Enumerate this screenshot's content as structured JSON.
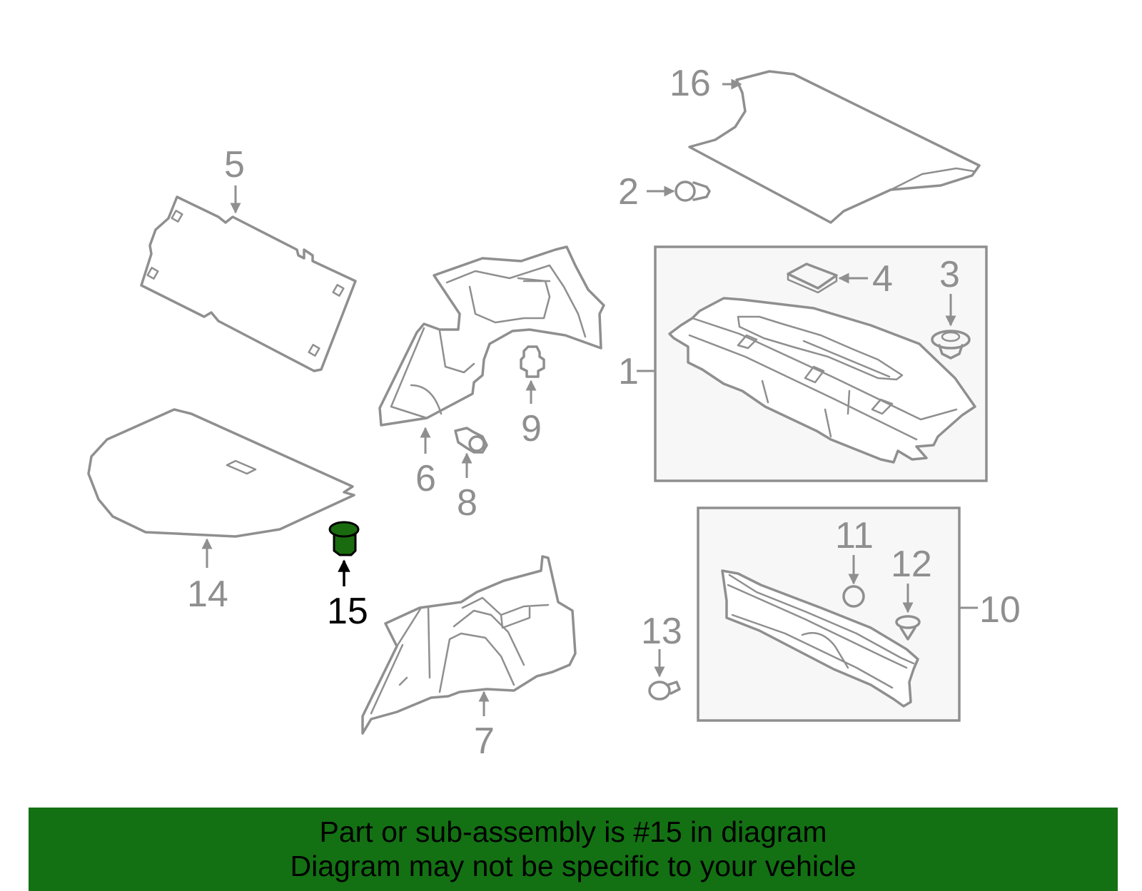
{
  "colors": {
    "banner": "#137113",
    "highlight_part": "#1a6b10",
    "part_stroke": "#8f8f8f",
    "highlight_label": "#000000"
  },
  "diagram": {
    "highlighted_callout": "15",
    "callouts": {
      "c1": "1",
      "c2": "2",
      "c3": "3",
      "c4": "4",
      "c5": "5",
      "c6": "6",
      "c7": "7",
      "c8": "8",
      "c9": "9",
      "c10": "10",
      "c11": "11",
      "c12": "12",
      "c13": "13",
      "c14": "14",
      "c15": "15",
      "c16": "16"
    }
  },
  "footer": {
    "line1": "Part or sub-assembly is #15 in diagram",
    "line2": "Diagram may not be specific to your vehicle"
  }
}
